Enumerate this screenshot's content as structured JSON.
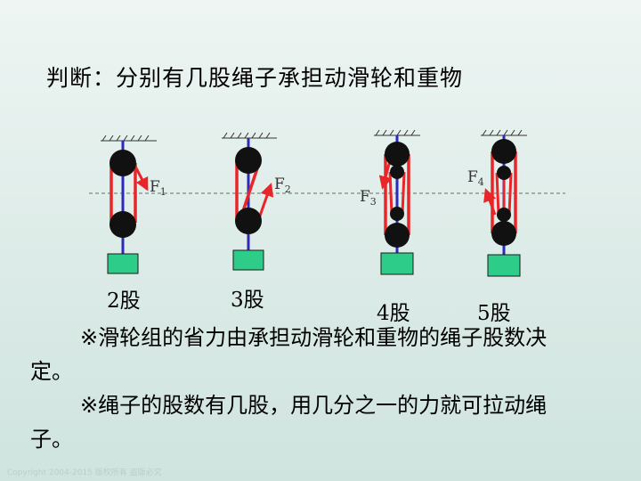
{
  "title": "判断：分别有几股绳子承担动滑轮和重物",
  "diagram": {
    "force_labels": [
      {
        "letter": "F",
        "sub": "1"
      },
      {
        "letter": "F",
        "sub": "2"
      },
      {
        "letter": "F",
        "sub": "3"
      },
      {
        "letter": "F",
        "sub": "4"
      }
    ],
    "strand_counts": [
      "2股",
      "3股",
      "4股",
      "5股"
    ],
    "colors": {
      "rope": "#e8262a",
      "axle": "#2b2bb8",
      "pulley": "#111111",
      "weight": "#2dcc88",
      "guide_line": "#7a8a88"
    }
  },
  "notes": [
    "※滑轮组的省力由承担动滑轮和重物的绳子股数决定。",
    "※绳子的股数有几股，用几分之一的力就可拉动绳子。"
  ],
  "footer": "Copyright 2004-2015 版权所有 盗版必究"
}
